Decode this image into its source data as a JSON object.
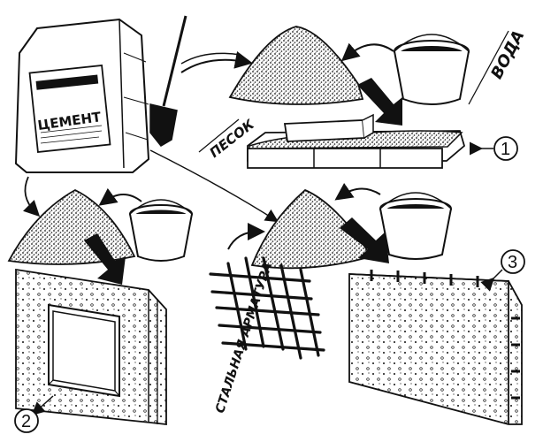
{
  "bag": {
    "top_text": "",
    "brand": "ЦЕМЕНТ"
  },
  "labels": {
    "sand": "ПЕСОК",
    "water": "ВОДА",
    "rebar": "СТАЛЬНАЯ АРМАТУРА"
  },
  "callouts": [
    "1",
    "2",
    "3"
  ]
}
